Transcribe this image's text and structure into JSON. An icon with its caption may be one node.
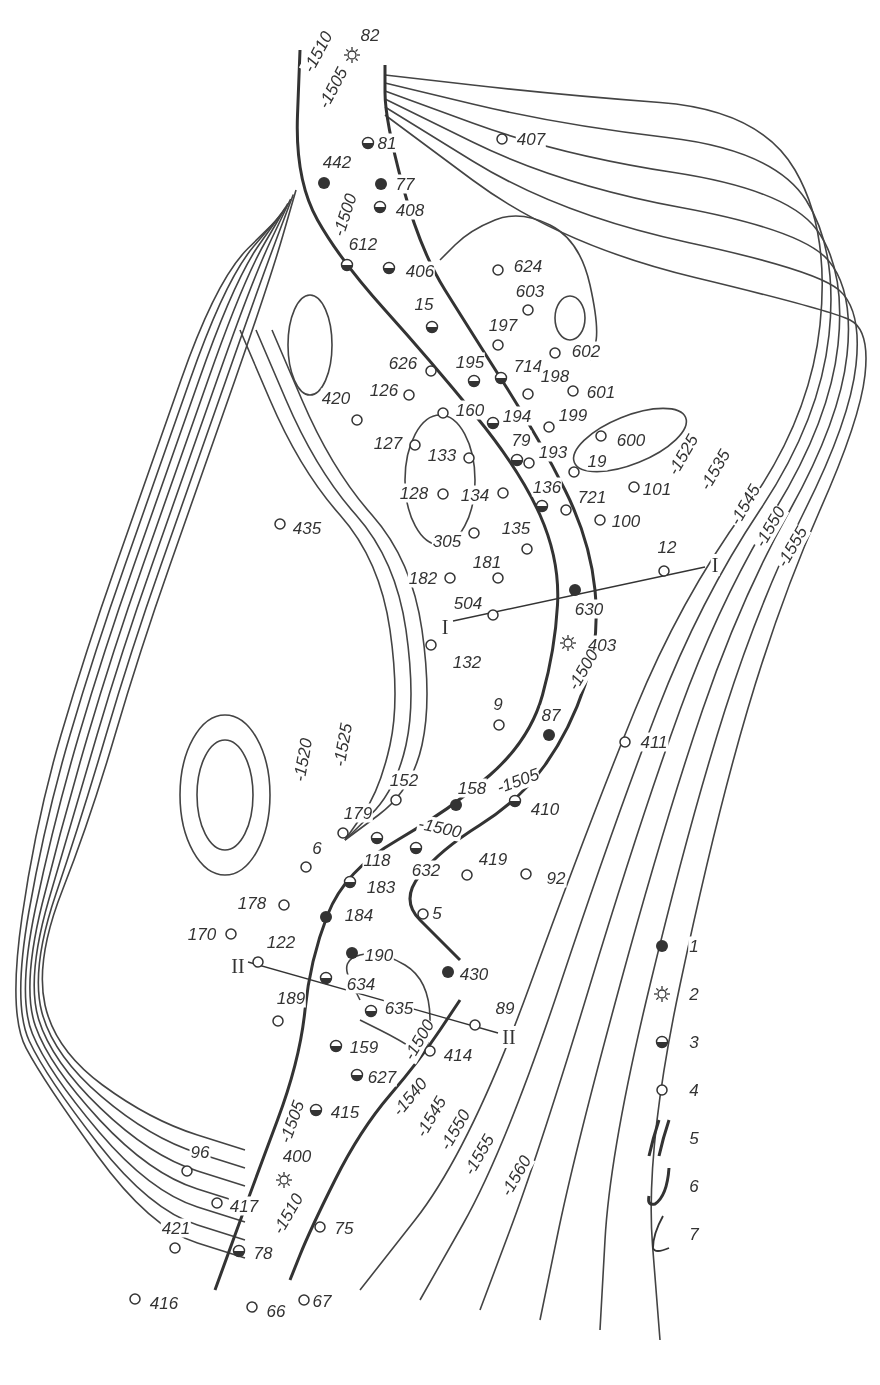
{
  "diagram": {
    "labels": [
      "-1510",
      "82",
      "-1505",
      "81",
      "407",
      "442",
      "77",
      "-1500",
      "408",
      "612",
      "406",
      "624",
      "603",
      "15",
      "197",
      "602",
      "626",
      "195",
      "714",
      "198",
      "601",
      "126",
      "420",
      "160",
      "194",
      "199",
      "600",
      "127",
      "79",
      "133",
      "193",
      "19",
      "-1525",
      "101",
      "-1535",
      "136",
      "128",
      "134",
      "721",
      "100",
      "435",
      "-1545",
      "305",
      "135",
      "-1550",
      "-1555",
      "12",
      "I",
      "182",
      "181",
      "630",
      "504",
      "I",
      "403",
      "132",
      "-1500",
      "9",
      "87",
      "411",
      "-1525",
      "-1520",
      "152",
      "158",
      "-1505",
      "410",
      "179",
      "-1500",
      "118",
      "632",
      "6",
      "419",
      "92",
      "183",
      "178",
      "184",
      "5",
      "170",
      "122",
      "II",
      "190",
      "430",
      "634",
      "189",
      "635",
      "89",
      "II",
      "159",
      "-1500",
      "414",
      "627",
      "-1540",
      "415",
      "-1545",
      "-1505",
      "-1550",
      "-1555",
      "-1560",
      "96",
      "400",
      "417",
      "-1510",
      "75",
      "421",
      "78",
      "416",
      "66",
      "67"
    ],
    "legend": [
      {
        "text": "1"
      },
      {
        "text": "2"
      },
      {
        "text": "3"
      },
      {
        "text": "4"
      },
      {
        "text": "5"
      },
      {
        "text": "6"
      },
      {
        "text": "7"
      }
    ]
  }
}
